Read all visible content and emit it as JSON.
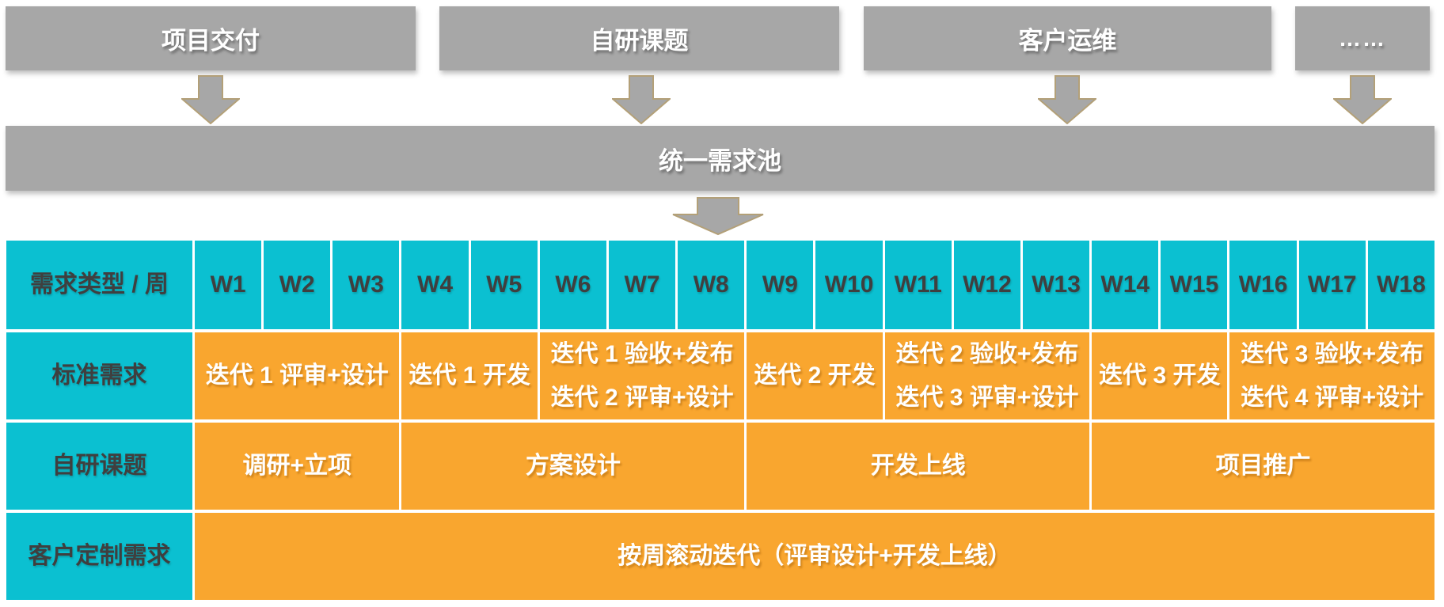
{
  "colors": {
    "gray": "#A7A7A7",
    "cyan": "#0BC0D1",
    "orange": "#F9A62F",
    "dark_text": "#3F3F3F",
    "arrow_outline": "#B3A078"
  },
  "sources": [
    {
      "label": "项目交付"
    },
    {
      "label": "自研课题"
    },
    {
      "label": "客户运维"
    },
    {
      "label": "……"
    }
  ],
  "pool": {
    "label": "统一需求池"
  },
  "table": {
    "header": {
      "corner": "需求类型 / 周",
      "weeks": [
        "W1",
        "W2",
        "W3",
        "W4",
        "W5",
        "W6",
        "W7",
        "W8",
        "W9",
        "W10",
        "W11",
        "W12",
        "W13",
        "W14",
        "W15",
        "W16",
        "W17",
        "W18"
      ]
    },
    "rows": [
      {
        "label": "标准需求",
        "cells": [
          {
            "span": 3,
            "lines": [
              "迭代 1 评审+设计"
            ]
          },
          {
            "span": 2,
            "lines": [
              "迭代 1 开发"
            ]
          },
          {
            "span": 3,
            "lines": [
              "迭代 1 验收+发布",
              "迭代 2 评审+设计"
            ]
          },
          {
            "span": 2,
            "lines": [
              "迭代 2 开发"
            ]
          },
          {
            "span": 3,
            "lines": [
              "迭代 2 验收+发布",
              "迭代 3 评审+设计"
            ]
          },
          {
            "span": 2,
            "lines": [
              "迭代 3 开发"
            ]
          },
          {
            "span": 3,
            "lines": [
              "迭代 3 验收+发布",
              "迭代 4 评审+设计"
            ]
          }
        ]
      },
      {
        "label": "自研课题",
        "cells": [
          {
            "span": 3,
            "lines": [
              "调研+立项"
            ]
          },
          {
            "span": 5,
            "lines": [
              "方案设计"
            ]
          },
          {
            "span": 5,
            "lines": [
              "开发上线"
            ]
          },
          {
            "span": 5,
            "lines": [
              "项目推广"
            ]
          }
        ]
      },
      {
        "label": "客户定制需求",
        "cells": [
          {
            "span": 18,
            "lines": [
              "按周滚动迭代（评审设计+开发上线）"
            ]
          }
        ]
      }
    ]
  }
}
